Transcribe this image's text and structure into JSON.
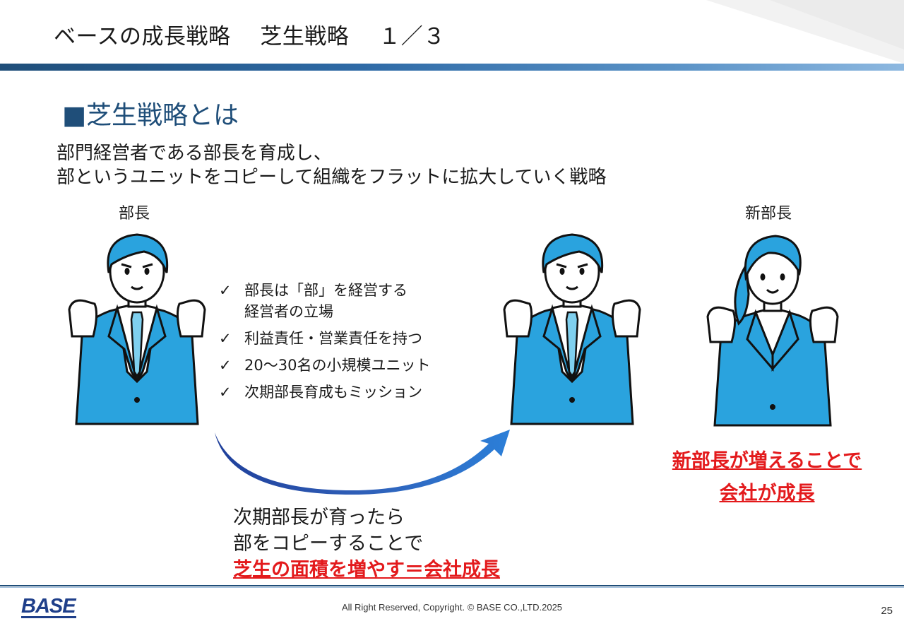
{
  "header": {
    "title": "ベースの成長戦略　 芝生戦略　 １／３"
  },
  "section": {
    "marker": "■",
    "heading": "芝生戦略とは"
  },
  "description": {
    "line1": "部門経営者である部長を育成し、",
    "line2": "部というユニットをコピーして組織をフラットに拡大していく戦略"
  },
  "roles": {
    "left": "部長",
    "right": "新部長"
  },
  "checklist": {
    "mark": "✓",
    "items": [
      {
        "line1": "部長は「部」を経営する",
        "line2": "経営者の立場"
      },
      {
        "line1": "利益責任・営業責任を持つ",
        "line2": ""
      },
      {
        "line1": "20～30名の小規模ユニット",
        "line2": ""
      },
      {
        "line1": "次期部長育成もミッション",
        "line2": ""
      }
    ]
  },
  "growth_note": {
    "line1": "新部長が増えることで",
    "line2": "会社が成長"
  },
  "bottom": {
    "line1": "次期部長が育ったら",
    "line2": "部をコピーすることで",
    "line3": "芝生の面積を増やす＝会社成長"
  },
  "footer": {
    "logo": "BASE",
    "copyright": "All Right Reserved, Copyright. © BASE CO.,LTD.2025",
    "page": "25"
  },
  "colors": {
    "accent_blue": "#1f4e79",
    "suit_blue": "#29a3df",
    "highlight_red": "#e31a1c"
  }
}
